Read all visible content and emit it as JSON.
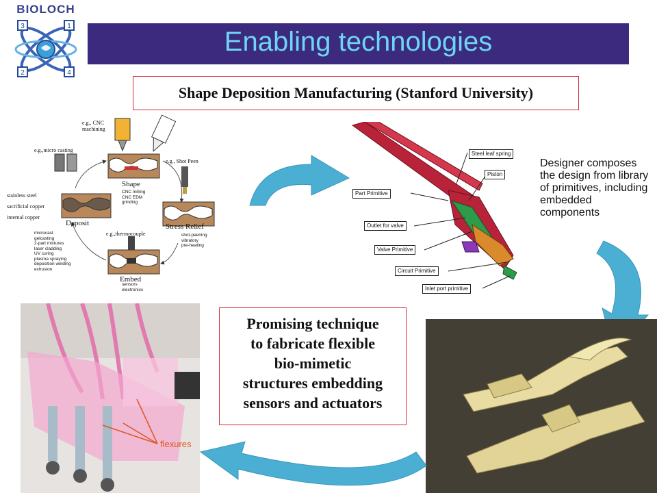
{
  "logo": {
    "text": "BIOLOCH",
    "numbers": [
      "1",
      "2",
      "3",
      "4"
    ]
  },
  "header": {
    "title": "Enabling technologies"
  },
  "subtitle": "Shape Deposition Manufacturing (Stanford University)",
  "process": {
    "callouts": {
      "cnc": "e.g., CNC machining",
      "microcasting": "e.g.,micro casting",
      "shotpeen": "e.g., Shot Peen",
      "thermocouple": "e.g.,thermocouple"
    },
    "materials": [
      "stainless steel",
      "sacrificial copper",
      "internal copper"
    ],
    "stages": {
      "shape": "Shape",
      "stress": "Stress Relief",
      "deposit": "Deposit",
      "embed": "Embed"
    },
    "lists": {
      "shape": [
        "CNC milling",
        "CNC EDM",
        "grinding"
      ],
      "stress": [
        "shot-peening",
        "vibratory",
        "pre-heating"
      ],
      "deposit": [
        "microcast",
        "gelcasting",
        "2-part mixtures",
        "laser cladding",
        "UV curing",
        "plasma spraying",
        "deposition welding",
        "extrusion"
      ],
      "embed": [
        "sensors",
        "electronics"
      ]
    }
  },
  "part_labels": {
    "steel_leaf_spring": "Steel leaf spring",
    "piston": "Piston",
    "part_primitive": "Part Primitive",
    "outlet_for_valve": "Outlet for valve",
    "valve_primitive": "Valve Primitive",
    "circuit_primitive": "Circuit Primitive",
    "inlet_port_primitive": "Inlet port primitive"
  },
  "designer_text": "Designer composes the design from library of primitives, including embedded components",
  "promise_lines": [
    "Promising technique",
    "to fabricate flexible",
    "bio-mimetic",
    "structures embedding",
    "sensors and actuators"
  ],
  "photo_left": {
    "label": "flexures"
  },
  "colors": {
    "title_bg": "#3b2a7d",
    "title_text": "#6fd5f4",
    "box_border": "#d6283a",
    "arrow": "#4aafd3"
  }
}
